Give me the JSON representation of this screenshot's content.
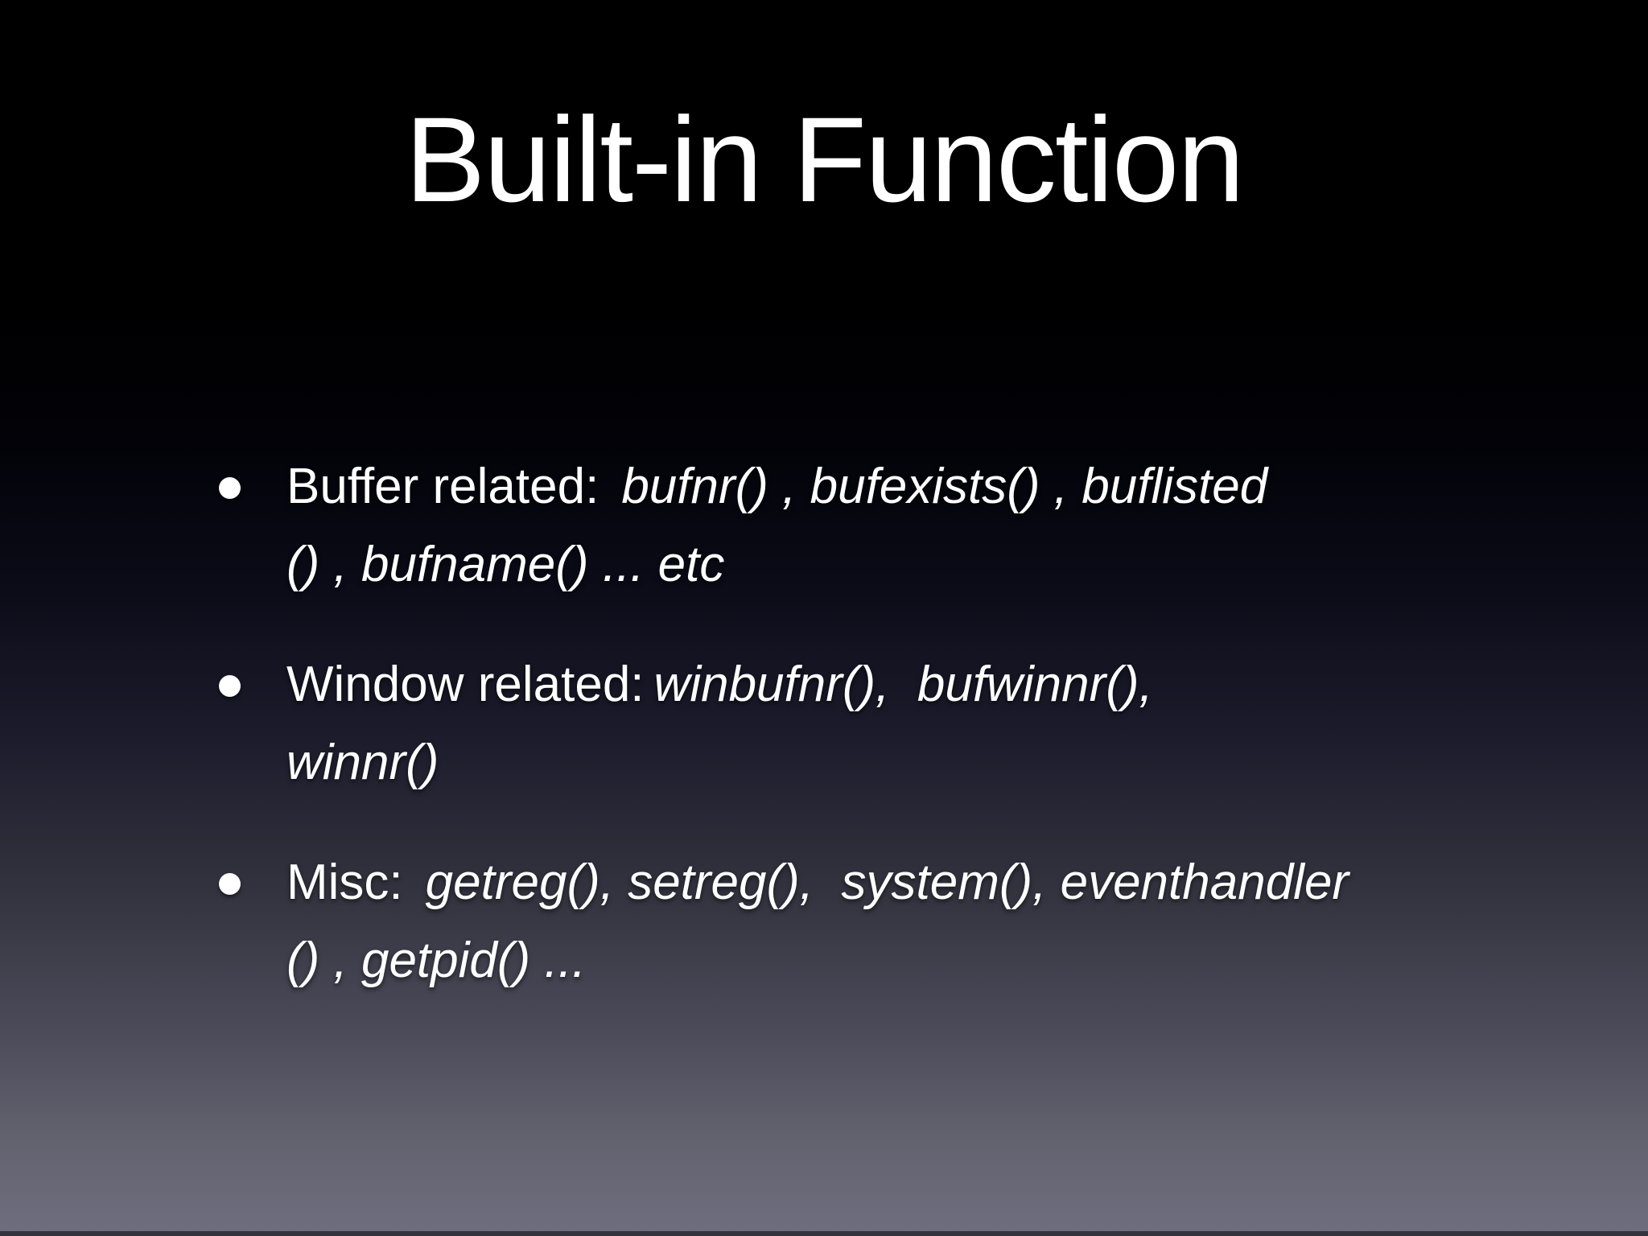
{
  "slide": {
    "title": "Built-in Function",
    "bullets": [
      {
        "label": "Buffer related:",
        "code_line1": "bufnr() , bufexists() , buflisted",
        "code_line2": "() , bufname() ... etc"
      },
      {
        "label": "Window related:",
        "code_line1": "winbufnr(),  bufwinnr(),",
        "code_line2": "winnr()"
      },
      {
        "label": "Misc:",
        "code_line1": "getreg(), setreg(),  system(), eventhandler",
        "code_line2": "() , getpid() ..."
      }
    ]
  },
  "colors": {
    "background_top": "#000000",
    "background_bottom": "#6e6e7e",
    "bottom_edge": "#33333d",
    "text": "#ffffff"
  }
}
